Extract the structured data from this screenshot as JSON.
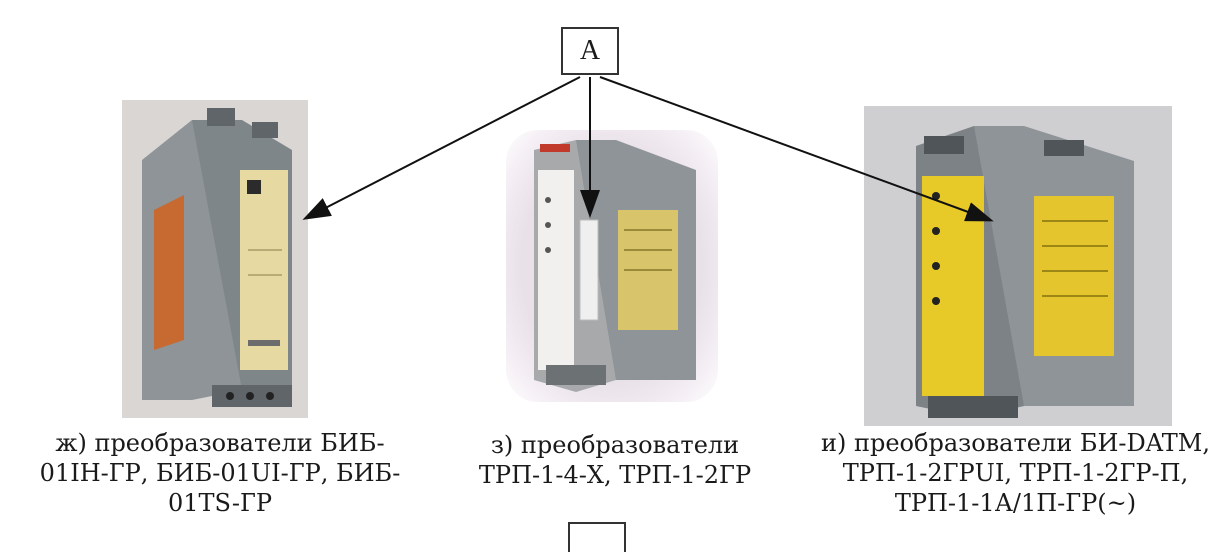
{
  "label": "А",
  "captions": {
    "left": [
      "ж) преобразователи БИБ-",
      "01IH-ГР, БИБ-01UI-ГР, БИБ-",
      "01TS-ГР"
    ],
    "middle": [
      "з) преобразователи",
      "ТРП-1-4-Х, ТРП-1-2ГР"
    ],
    "right": [
      "и) преобразователи БИ-DATM,",
      "ТРП-1-2ГРUI, ТРП-1-2ГР-П,",
      "ТРП-1-1А/1П-ГР(~)"
    ]
  },
  "colors": {
    "housing_gray": "#8e9497",
    "housing_dark": "#5f6568",
    "front_panel_beige": "#e6d9a2",
    "orange_label": "#c76a32",
    "yellow_panel": "#e7c928",
    "photo_bg_left": "#d9d6d4",
    "photo_bg_mid": "#e8e1e8",
    "photo_bg_right": "#cfcfd1"
  }
}
